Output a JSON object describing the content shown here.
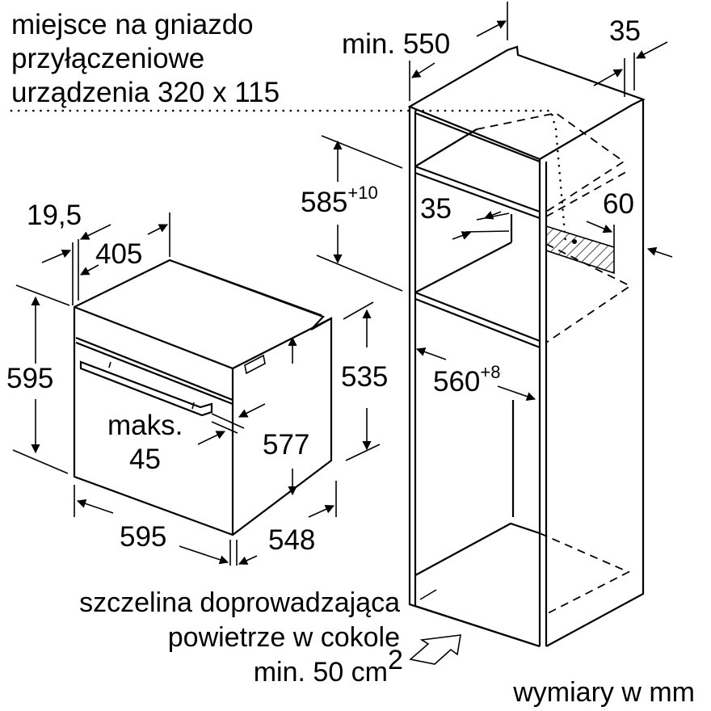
{
  "notes": {
    "socket_area": [
      "miejsce na gniazdo",
      "przyłączeniowe",
      "urządzenia 320 x 115"
    ],
    "air_slot": [
      "szczelina doprowadzająca",
      "powietrze w cokole",
      "min. 50 cm",
      "2"
    ],
    "units": "wymiary w mm"
  },
  "oven": {
    "height": "595",
    "width": "595",
    "depth": "548",
    "body_depth_front": "19,5",
    "top_depth": "405",
    "body_height": "577",
    "side_height": "535",
    "handle_label": [
      "maks.",
      "45"
    ]
  },
  "cabinet": {
    "depth": "min. 550",
    "back_gap": "35",
    "niche_height": "585",
    "niche_height_tol": "+10",
    "shelf_gap": "35",
    "vent_depth": "60",
    "niche_width": "560",
    "niche_width_tol": "+8"
  },
  "colors": {
    "line": "#000000",
    "background": "#ffffff"
  }
}
